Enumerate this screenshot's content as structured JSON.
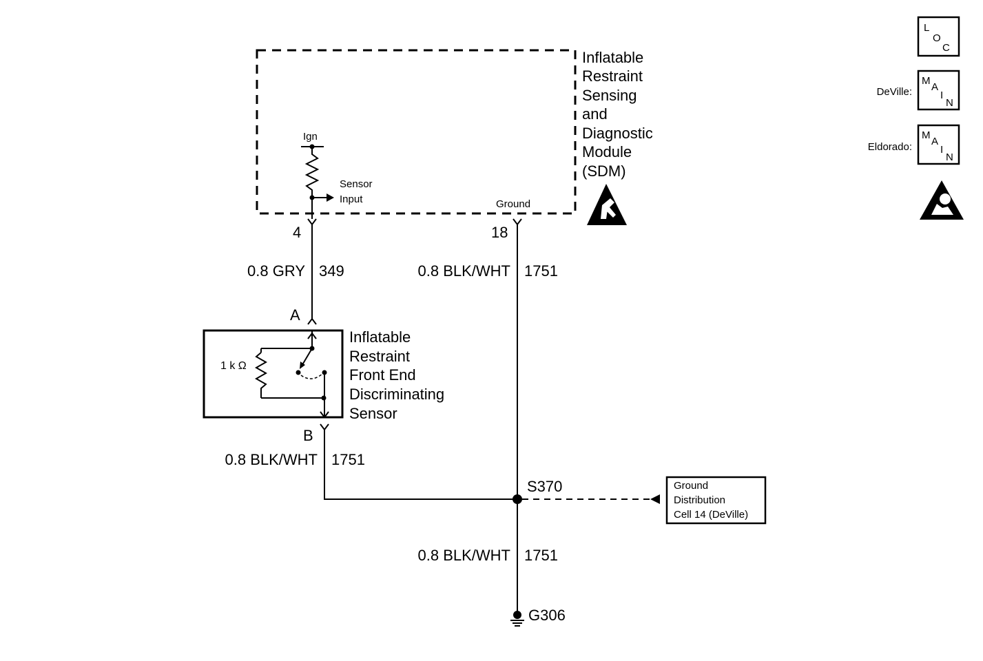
{
  "sdm": {
    "title_lines": [
      "Inflatable",
      "Restraint",
      "Sensing",
      "and",
      "Diagnostic",
      "Module",
      "(SDM)"
    ],
    "ign_label": "Ign",
    "sensor_input_lines": [
      "Sensor",
      "Input"
    ],
    "ground_label": "Ground",
    "pin_sensor": "4",
    "pin_ground": "18"
  },
  "wires": {
    "w349": {
      "gauge_color": "0.8 GRY",
      "circuit": "349"
    },
    "w1751_sdm": {
      "gauge_color": "0.8 BLK/WHT",
      "circuit": "1751"
    },
    "w1751_sensor": {
      "gauge_color": "0.8 BLK/WHT",
      "circuit": "1751"
    },
    "w1751_ground": {
      "gauge_color": "0.8 BLK/WHT",
      "circuit": "1751"
    }
  },
  "sensor": {
    "title_lines": [
      "Inflatable",
      "Restraint",
      "Front End",
      "Discriminating",
      "Sensor"
    ],
    "resistor_label": "1 k Ω",
    "pin_a": "A",
    "pin_b": "B"
  },
  "splice": {
    "label": "S370"
  },
  "ground_point": {
    "label": "G306"
  },
  "ground_distribution": {
    "lines": [
      "Ground",
      "Distribution",
      "Cell 14 (DeVille)"
    ]
  },
  "legend": {
    "loc_letters": [
      "L",
      "O",
      "C"
    ],
    "main_letters": [
      "M",
      "A",
      "I",
      "N"
    ],
    "deville_label": "DeVille:",
    "eldorado_label": "Eldorado:",
    "esd_icon": "esd-warning-icon",
    "airbag_icon": "airbag-warning-icon"
  }
}
